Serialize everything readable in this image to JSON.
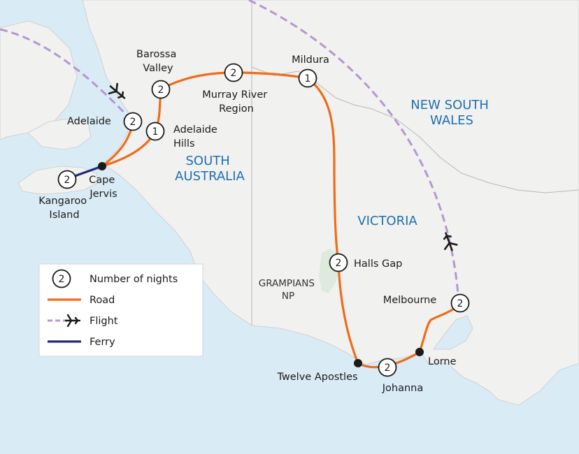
{
  "colors": {
    "sea": "#d9ecf6",
    "land": "#f1f1f0",
    "road": "#ef6c1a",
    "flight": "#b497cf",
    "ferry": "#23287a",
    "region_label": "#1f6fb0",
    "park": "#dcebdc"
  },
  "regions": [
    {
      "id": "sa",
      "lines": [
        "SOUTH",
        "AUSTRALIA"
      ]
    },
    {
      "id": "nsw",
      "lines": [
        "NEW SOUTH",
        "WALES"
      ]
    },
    {
      "id": "vic",
      "lines": [
        "VICTORIA"
      ]
    }
  ],
  "park": {
    "lines": [
      "GRAMPIANS",
      "NP"
    ]
  },
  "stops": [
    {
      "id": "kangaroo",
      "name_lines": [
        "Kangaroo",
        "Island"
      ],
      "nights": "2"
    },
    {
      "id": "cape-jervis",
      "name_lines": [
        "Cape",
        "Jervis"
      ],
      "nights": null
    },
    {
      "id": "adelaide",
      "name_lines": [
        "Adelaide"
      ],
      "nights": "2"
    },
    {
      "id": "adelaide-hills",
      "name_lines": [
        "Adelaide",
        "Hills"
      ],
      "nights": "1"
    },
    {
      "id": "barossa",
      "name_lines": [
        "Barossa",
        "Valley"
      ],
      "nights": "2"
    },
    {
      "id": "murray",
      "name_lines": [
        "Murray River",
        "Region"
      ],
      "nights": "2"
    },
    {
      "id": "mildura",
      "name_lines": [
        "Mildura"
      ],
      "nights": "1"
    },
    {
      "id": "halls-gap",
      "name_lines": [
        "Halls Gap"
      ],
      "nights": "2"
    },
    {
      "id": "twelve",
      "name_lines": [
        "Twelve Apostles"
      ],
      "nights": null
    },
    {
      "id": "johanna",
      "name_lines": [
        "Johanna"
      ],
      "nights": "2"
    },
    {
      "id": "lorne",
      "name_lines": [
        "Lorne"
      ],
      "nights": null
    },
    {
      "id": "melbourne",
      "name_lines": [
        "Melbourne"
      ],
      "nights": "2"
    }
  ],
  "legend": {
    "nights_sample": "2",
    "items": [
      {
        "key": "nights",
        "label": "Number of nights"
      },
      {
        "key": "road",
        "label": "Road"
      },
      {
        "key": "flight",
        "label": "Flight"
      },
      {
        "key": "ferry",
        "label": "Ferry"
      }
    ]
  }
}
